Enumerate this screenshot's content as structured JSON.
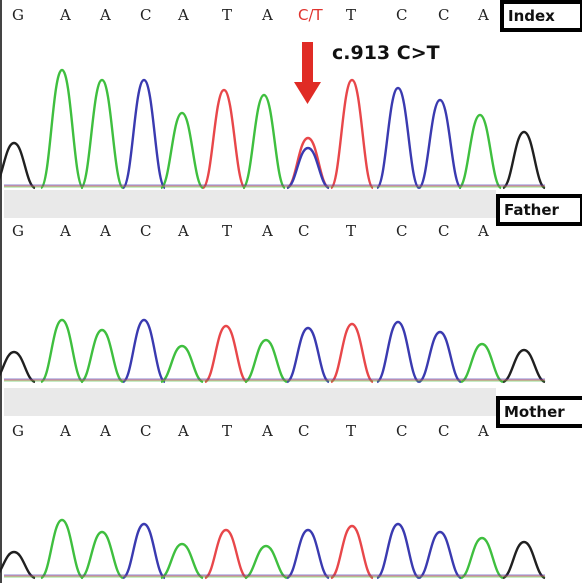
{
  "colors": {
    "A": "#3fbf3f",
    "C": "#3a3ab0",
    "G": "#202020",
    "T": "#e8474a"
  },
  "mutation_label": "c.913 C>T",
  "panels": [
    {
      "label": "Index",
      "bases": [
        "G",
        "A",
        "A",
        "C",
        "A",
        "T",
        "A",
        "C/T",
        "T",
        "C",
        "C",
        "A"
      ],
      "variant_index": 7
    },
    {
      "label": "Father",
      "bases": [
        "G",
        "A",
        "A",
        "C",
        "A",
        "T",
        "A",
        "C",
        "T",
        "C",
        "C",
        "A"
      ]
    },
    {
      "label": "Mother",
      "bases": [
        "G",
        "A",
        "A",
        "C",
        "A",
        "T",
        "A",
        "C",
        "T",
        "C",
        "C",
        "A"
      ]
    }
  ]
}
